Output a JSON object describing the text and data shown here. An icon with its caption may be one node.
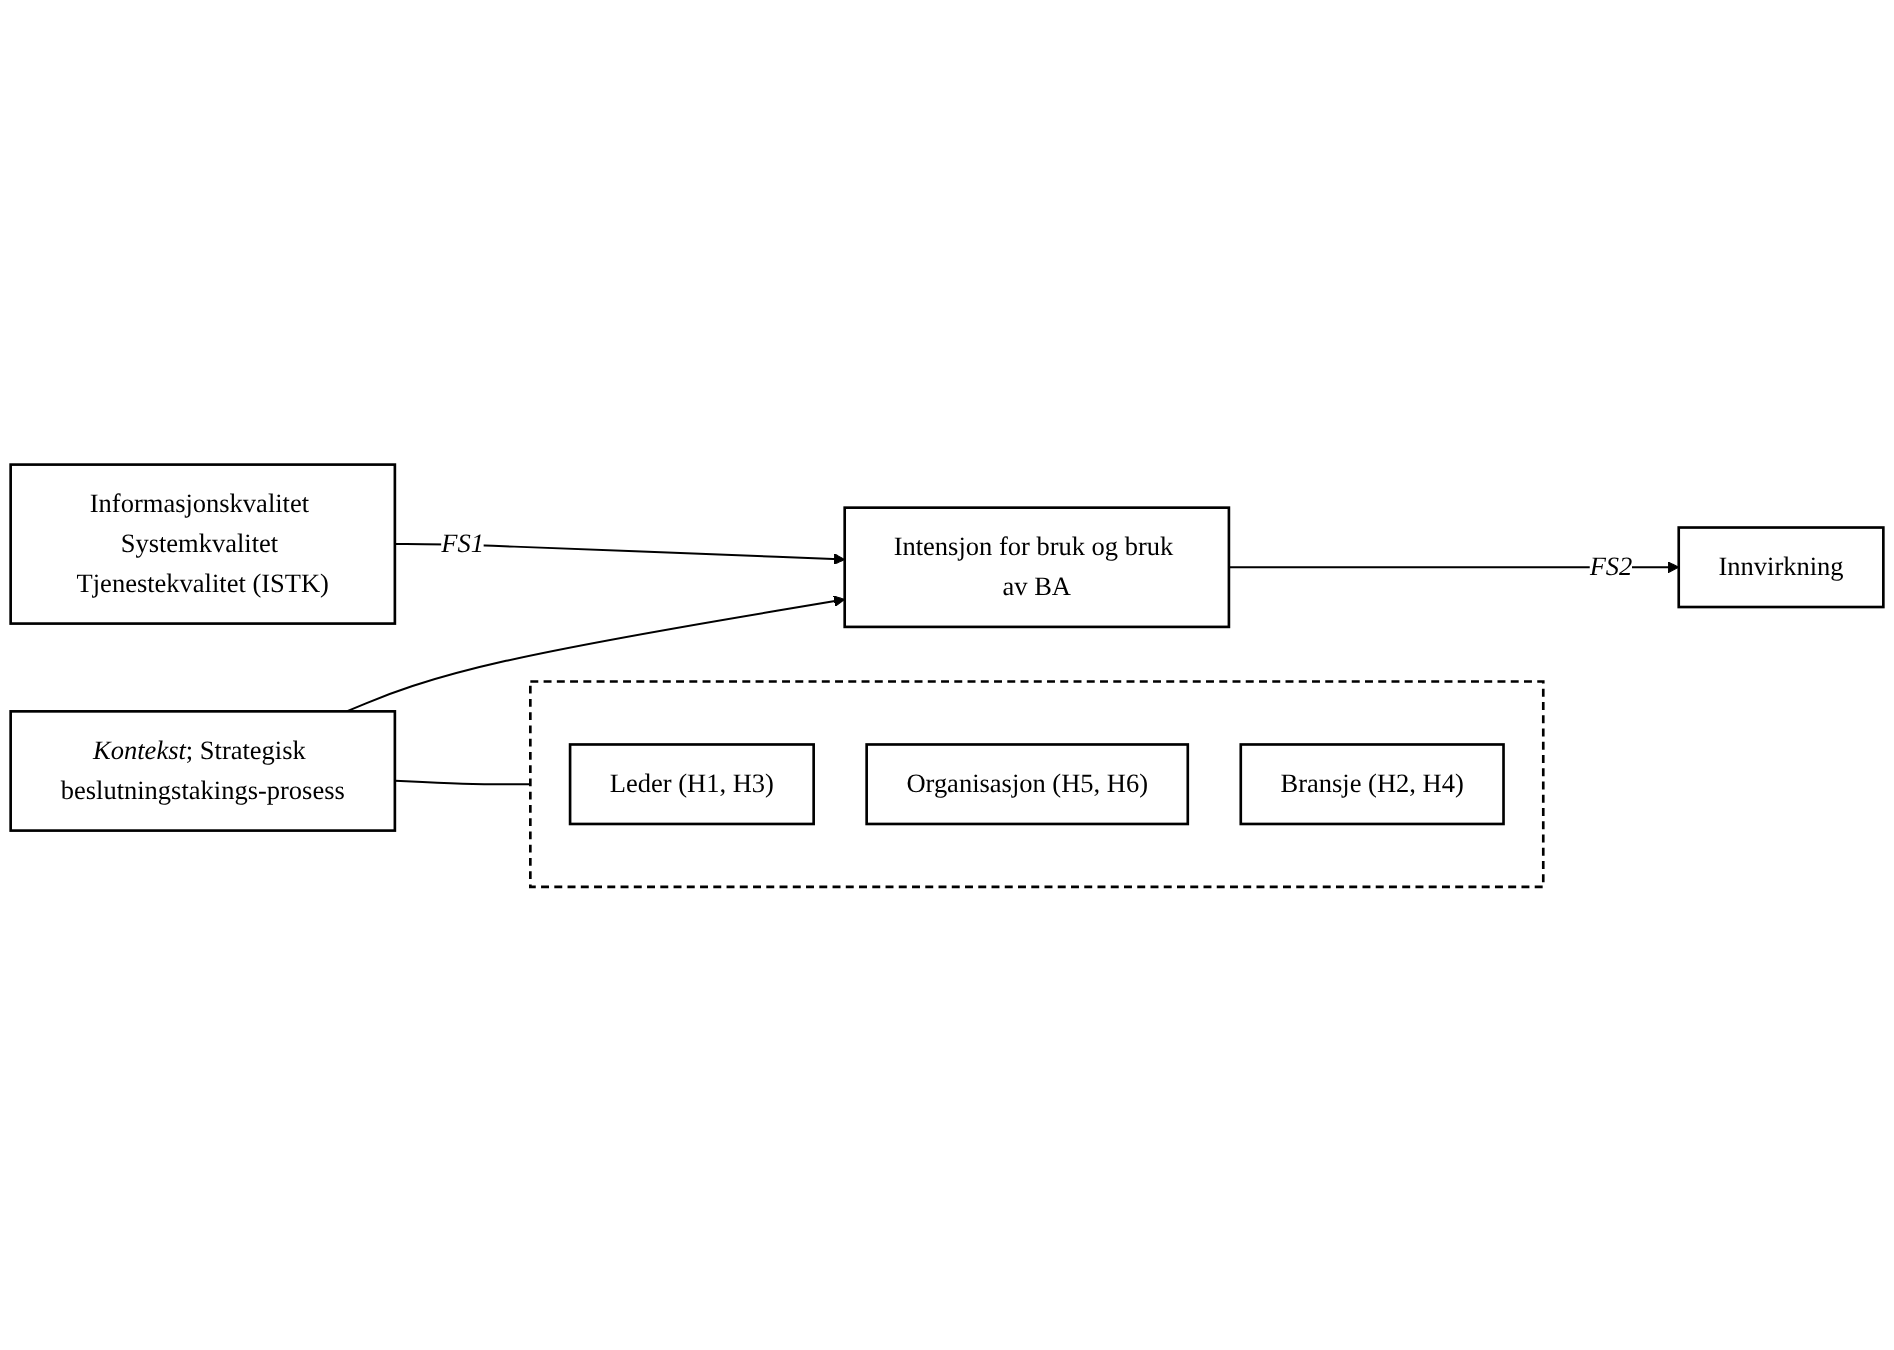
{
  "diagram": {
    "nodes": [
      {
        "text": [
          "Informasjonskvalitet Systemkvalitet Tjenestekvalitet (ISTK)"
        ]
      },
      {
        "text": [
          "*Kontekst*; Strategisk beslutningstakings-prosess"
        ]
      },
      {
        "text": [
          "Intensjon for bruk og bruk av BA"
        ]
      },
      {
        "text": [
          "Innvirkning"
        ]
      },
      {
        "text": [],
        "shape": "box"
      },
      {
        "text": [
          "Leder (H1, H3)"
        ],
        "in": 4
      },
      {
        "text": [
          "Organisasjon (H5, H6)"
        ],
        "in": 4
      },
      {
        "text": [
          "Bransje (H2, H4)"
        ],
        "in": 4
      }
    ],
    "edges": [
      {
        "from": 0,
        "to": 2,
        "arrow": "to",
        "label": "FS1"
      },
      {
        "from": 1,
        "to": 2,
        "arrow": "to"
      },
      {
        "from": 2,
        "to": 3,
        "arrow": "to",
        "label": "FS2"
      },
      {
        "from": 1,
        "to": 4,
        "arrow": "none"
      }
    ]
  }
}
